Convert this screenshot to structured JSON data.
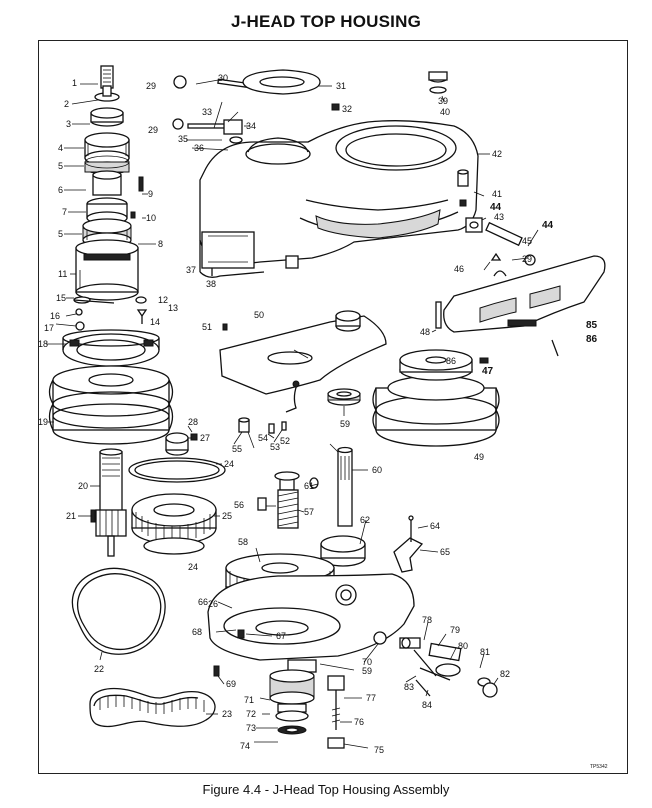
{
  "title": "J-HEAD TOP HOUSING",
  "caption": "Figure 4.4 - J-Head Top Housing Assembly",
  "figure_ref": "TP5342",
  "part_labels": [
    "1",
    "2",
    "3",
    "4",
    "5",
    "6",
    "7",
    "5",
    "8",
    "9",
    "10",
    "11",
    "12",
    "13",
    "14",
    "15",
    "16",
    "17",
    "18",
    "19",
    "20",
    "21",
    "22",
    "23",
    "24",
    "24",
    "25",
    "26",
    "27",
    "28",
    "29",
    "29",
    "29",
    "30",
    "31",
    "32",
    "33",
    "34",
    "35",
    "36",
    "37",
    "38",
    "39",
    "40",
    "41",
    "42",
    "43",
    "44",
    "44",
    "45",
    "46",
    "47",
    "48",
    "49",
    "50",
    "51",
    "52",
    "53",
    "54",
    "55",
    "56",
    "57",
    "58",
    "59",
    "59",
    "60",
    "61",
    "62",
    "64",
    "65",
    "66",
    "67",
    "68",
    "69",
    "70",
    "71",
    "72",
    "73",
    "74",
    "75",
    "76",
    "77",
    "78",
    "79",
    "80",
    "81",
    "82",
    "83",
    "84",
    "85",
    "86",
    "86"
  ]
}
